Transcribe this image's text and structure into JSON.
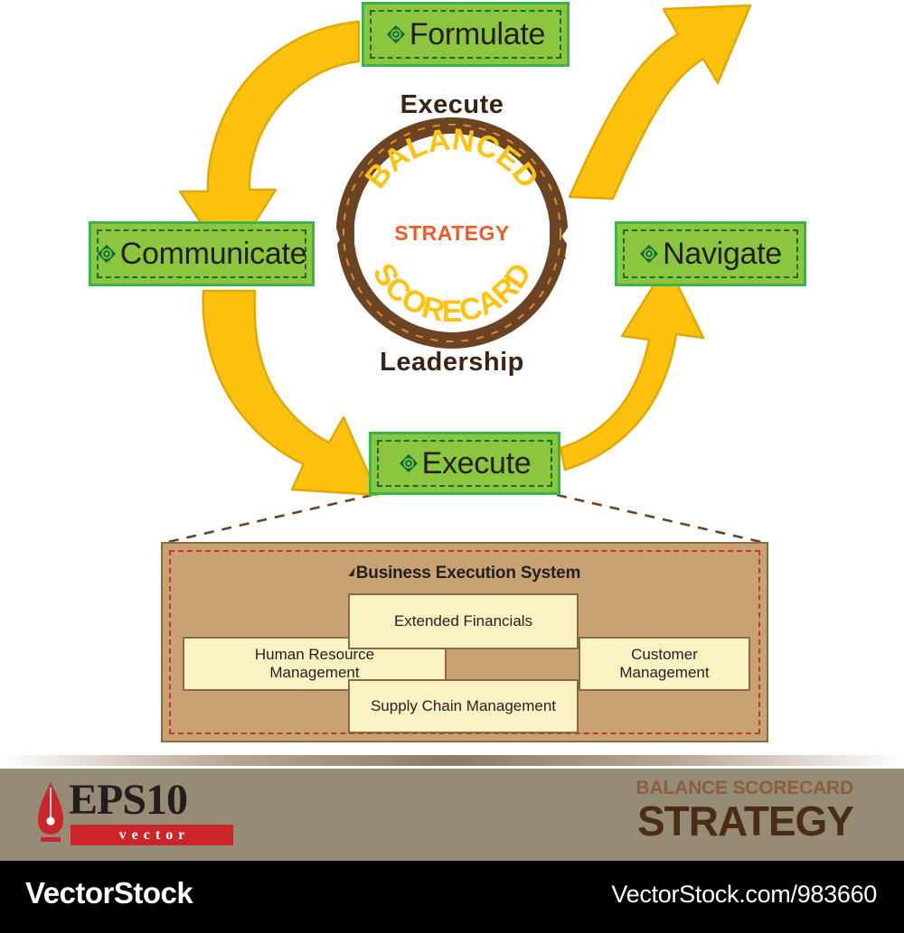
{
  "diagram": {
    "title": "Balanced Scorecard Strategy Cycle",
    "nodes": [
      {
        "id": "formulate",
        "label": "Formulate",
        "icon": "diamond-icon"
      },
      {
        "id": "communicate",
        "label": "Communicate",
        "icon": "diamond-icon"
      },
      {
        "id": "navigate",
        "label": "Navigate",
        "icon": "diamond-icon"
      },
      {
        "id": "execute",
        "label": "Execute",
        "icon": "diamond-icon"
      }
    ],
    "badge": {
      "arc_top_text": "BALANCED",
      "arc_bottom_text": "SCORECARD",
      "center_text": "STRATEGY",
      "outer_top_text": "Execute",
      "outer_bottom_text": "Leadership"
    },
    "arrows": [
      {
        "id": "formulate-to-communicate",
        "from": "Formulate",
        "to": "Communicate",
        "direction": "down-left"
      },
      {
        "id": "communicate-to-execute",
        "from": "Communicate",
        "to": "Execute",
        "direction": "down-right"
      },
      {
        "id": "execute-to-navigate",
        "from": "Execute",
        "to": "Navigate",
        "direction": "up-right"
      },
      {
        "id": "navigate-to-formulate",
        "from": "Navigate",
        "to": "Formulate",
        "direction": "up-left"
      }
    ],
    "panel": {
      "title": "Business Execution System",
      "boxes": [
        {
          "id": "extended-financials",
          "label": "Extended Financials"
        },
        {
          "id": "human-resource-management",
          "label": "Human Resource\nManagement"
        },
        {
          "id": "customer-management",
          "label": "Customer\nManagement"
        },
        {
          "id": "supply-chain-management",
          "label": "Supply Chain Management"
        }
      ]
    }
  },
  "footer": {
    "eps_label": "EPS10",
    "vector_label": "vector",
    "title_sub": "BALANCE SCORECARD",
    "title_main": "STRATEGY",
    "brand_name": "VectorStock",
    "brand_url": "VectorStock.com/983660"
  },
  "colors": {
    "green_fill": "#8CC63E",
    "green_border": "#39B54A",
    "green_dash": "#1a6b2a",
    "arrow_yellow": "#FBC10D",
    "arrow_stroke": "#E0A800",
    "badge_brown": "#6B4423",
    "badge_yellow": "#FFC20E",
    "strategy_orange": "#F15A29",
    "panel_tan": "#C9A273",
    "panel_box_cream": "#FBF2C4",
    "panel_dash_red": "#C0392B",
    "footer_taupe": "#968B74",
    "footer_title_sub": "#8B5E3C",
    "footer_title_main": "#4A2C17",
    "chip_red": "#C9252B"
  }
}
